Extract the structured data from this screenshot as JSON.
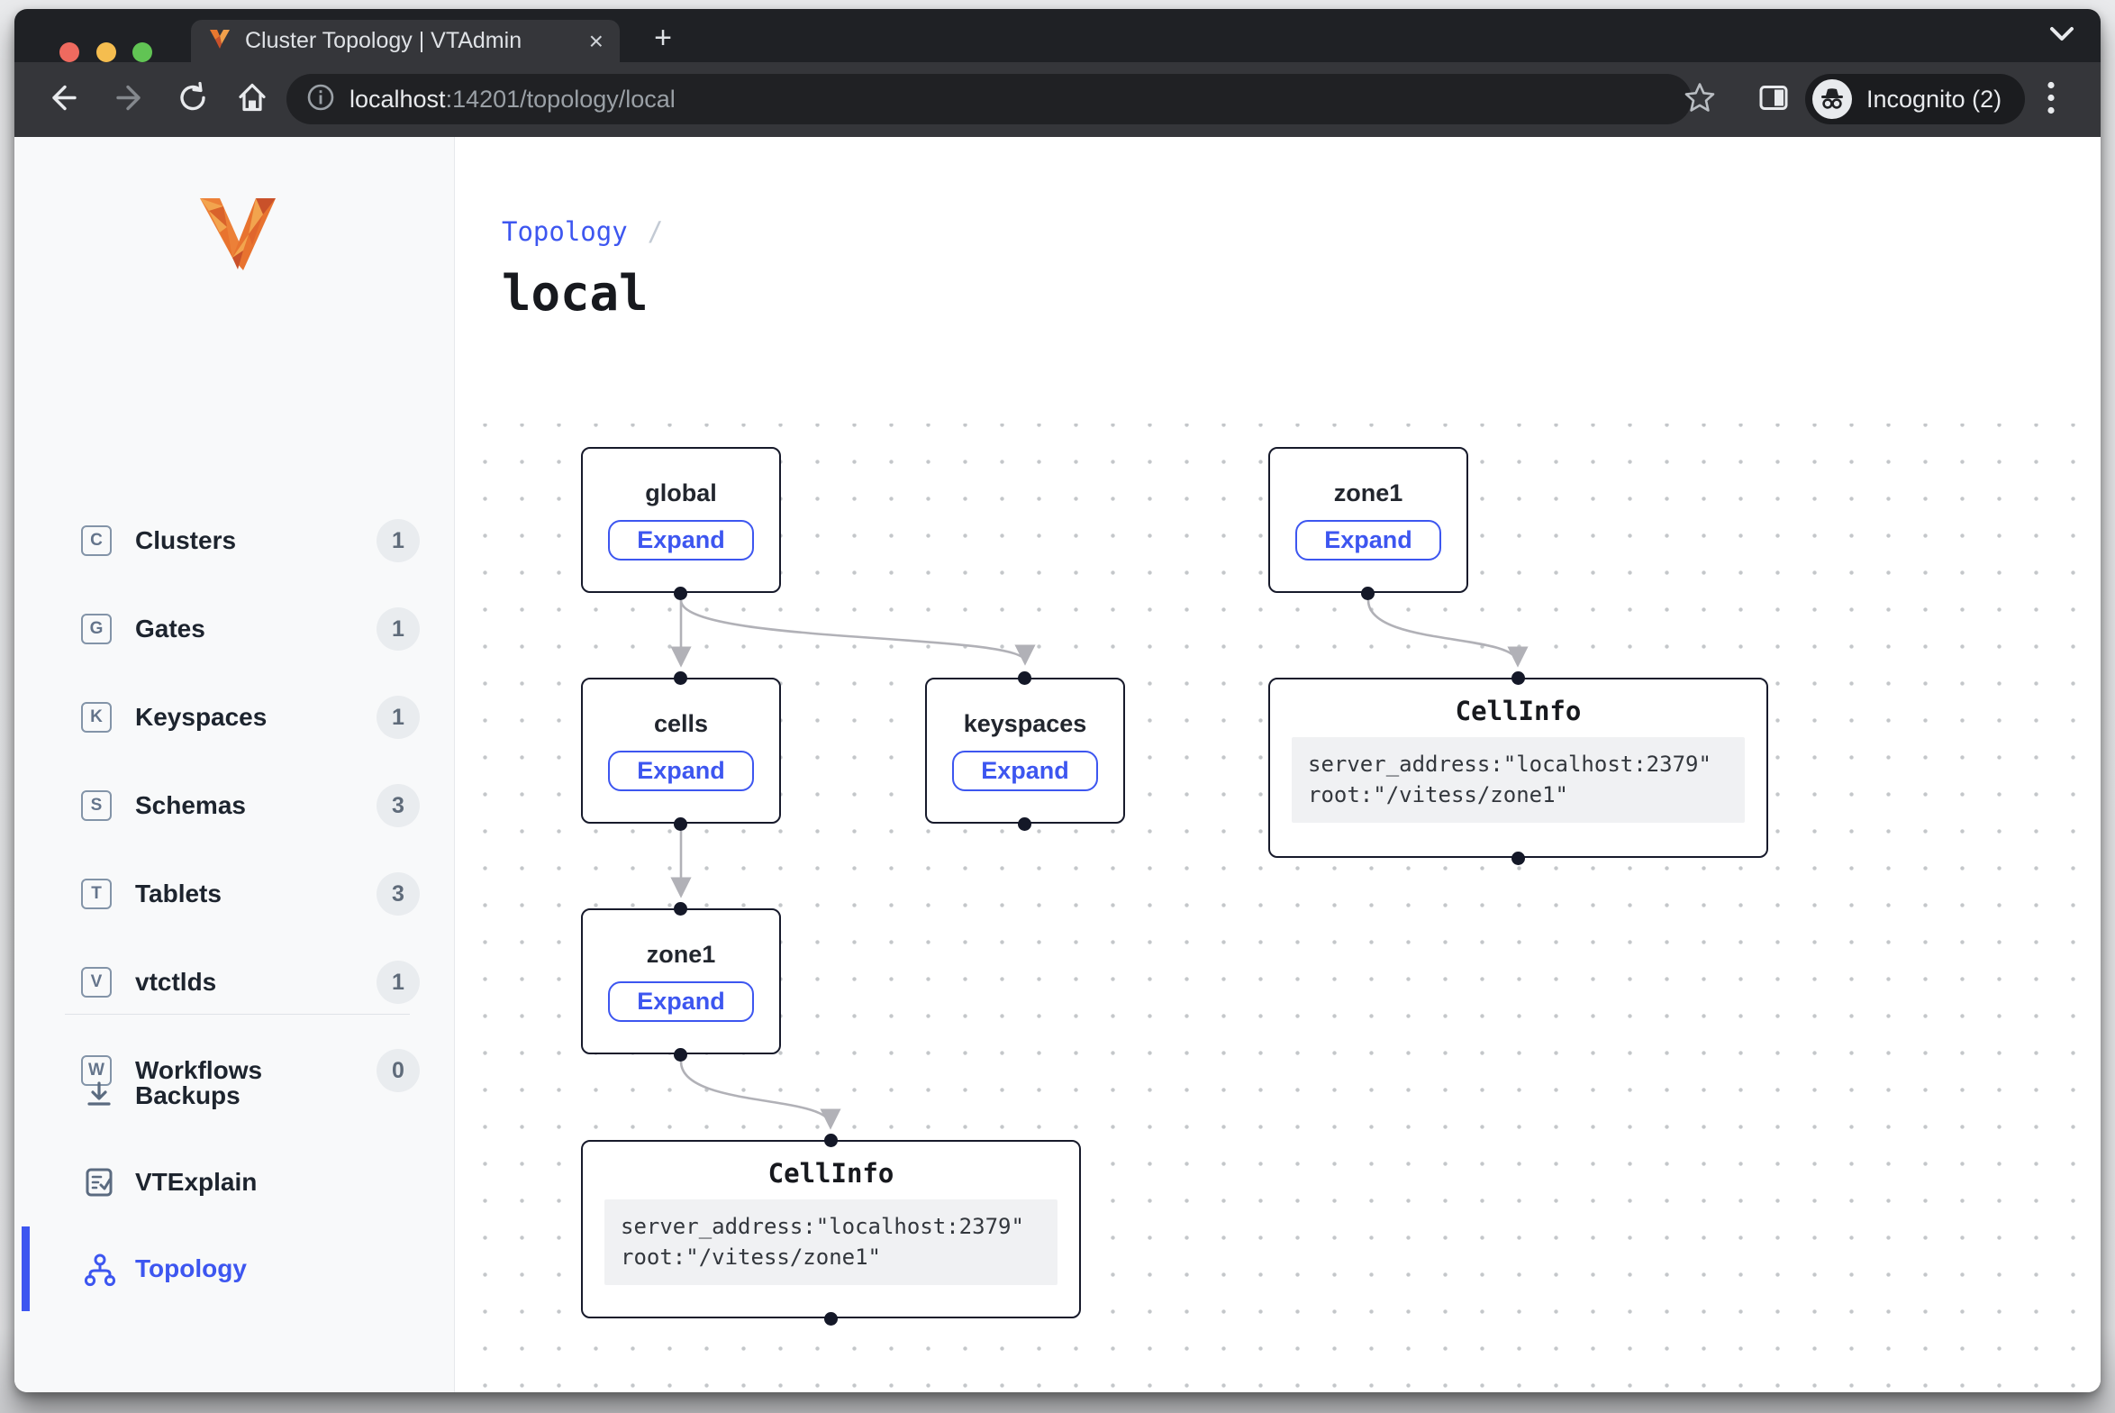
{
  "browser": {
    "tab_title": "Cluster Topology | VTAdmin",
    "new_tab": "+",
    "close_tab": "×",
    "url": {
      "host": "localhost",
      "rest": ":14201/topology/local"
    },
    "incognito_label": "Incognito (2)"
  },
  "sidebar": {
    "items": [
      {
        "letter": "C",
        "label": "Clusters",
        "count": "1"
      },
      {
        "letter": "G",
        "label": "Gates",
        "count": "1"
      },
      {
        "letter": "K",
        "label": "Keyspaces",
        "count": "1"
      },
      {
        "letter": "S",
        "label": "Schemas",
        "count": "3"
      },
      {
        "letter": "T",
        "label": "Tablets",
        "count": "3"
      },
      {
        "letter": "V",
        "label": "vtctlds",
        "count": "1"
      },
      {
        "letter": "W",
        "label": "Workflows",
        "count": "0"
      }
    ],
    "links": [
      {
        "label": "Backups"
      },
      {
        "label": "VTExplain"
      },
      {
        "label": "Topology"
      }
    ]
  },
  "page": {
    "breadcrumb": "Topology",
    "breadcrumb_separator": "/",
    "title": "local"
  },
  "graph": {
    "expand_label": "Expand",
    "nodes": {
      "global": {
        "label": "global"
      },
      "zone1_top": {
        "label": "zone1"
      },
      "cells": {
        "label": "cells"
      },
      "keyspaces": {
        "label": "keyspaces"
      },
      "zone1_bottom": {
        "label": "zone1"
      },
      "cellinfo_right": {
        "title": "CellInfo",
        "code_line1": "server_address:\"localhost:2379\"",
        "code_line2": "root:\"/vitess/zone1\""
      },
      "cellinfo_bottom": {
        "title": "CellInfo",
        "code_line1": "server_address:\"localhost:2379\"",
        "code_line2": "root:\"/vitess/zone1\""
      }
    }
  },
  "colors": {
    "accent": "#3d56f0",
    "node_border": "#171a2b",
    "edge": "#b1b1b7",
    "chrome_dark": "#1f2125",
    "chrome_toolbar": "#35363a"
  }
}
